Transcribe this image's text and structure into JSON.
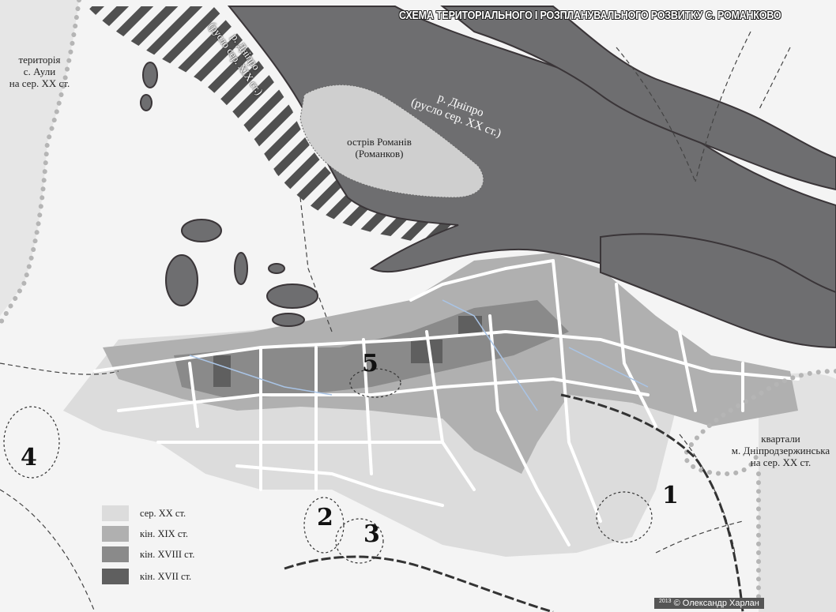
{
  "map": {
    "title": "СХЕМА ТЕРИТОРІАЛЬНОГО І РОЗПЛАНУВАЛЬНОГО РОЗВИТКУ С. РОМАНКОВО",
    "colors": {
      "background": "#f4f4f4",
      "river": "#6e6e70",
      "river_outline": "#3a3538",
      "old_river_hatch": "#505050",
      "island": "#cfcfcf",
      "boundary_dots": "#b5b5b5",
      "streets": "#ffffff",
      "water_lines": "#a9c4e6"
    },
    "labels": {
      "aula_line1": "територія",
      "aula_line2": "с. Аули",
      "aula_line3": "на сер. XX ст.",
      "old_river_line1": "р. Дніпро",
      "old_river_line2": "(русло сер. XIX ст.)",
      "river_line1": "р. Дніпро",
      "river_line2": "(русло сер. XX ст.)",
      "island_line1": "острів Романів",
      "island_line2": "(Романков)",
      "quarters_line1": "квартали",
      "quarters_line2": "м. Дніпродзержинська",
      "quarters_line3": "на сер. XX ст."
    },
    "site_markers": [
      "1",
      "2",
      "3",
      "4",
      "5"
    ],
    "legend": [
      {
        "label": "сер. XX ст.",
        "color": "#dcdcdc"
      },
      {
        "label": "кін. XIX ст.",
        "color": "#b0b0b0"
      },
      {
        "label": "кін. XVIII ст.",
        "color": "#8a8a8a"
      },
      {
        "label": "кін. XVII ст.",
        "color": "#5f5f5f"
      }
    ],
    "copyright": {
      "year": "2013",
      "text": "© Олександр Харлан"
    }
  }
}
